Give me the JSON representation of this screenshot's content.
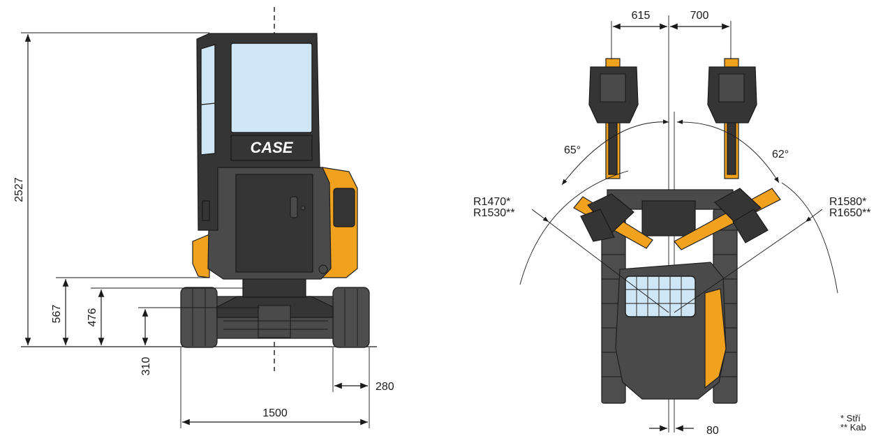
{
  "rear_view": {
    "brand_logo": "CASE",
    "dimensions": {
      "height_total": "2527",
      "height_567": "567",
      "height_476": "476",
      "height_310": "310",
      "track_width": "280",
      "overall_width": "1500"
    }
  },
  "top_view": {
    "dimensions": {
      "offset_left": "615",
      "offset_right": "700",
      "swing_left": "65°",
      "swing_right": "62°",
      "radius_left_1": "R1470*",
      "radius_left_2": "R1530**",
      "radius_right_1": "R1580*",
      "radius_right_2": "R1650**",
      "center_offset": "80"
    },
    "footnotes": [
      "*  Stří",
      "** Kab"
    ]
  },
  "colors": {
    "machine_body": "#4a4a4a",
    "accent_orange": "#f0a21e",
    "glass": "#cfe6f6"
  }
}
